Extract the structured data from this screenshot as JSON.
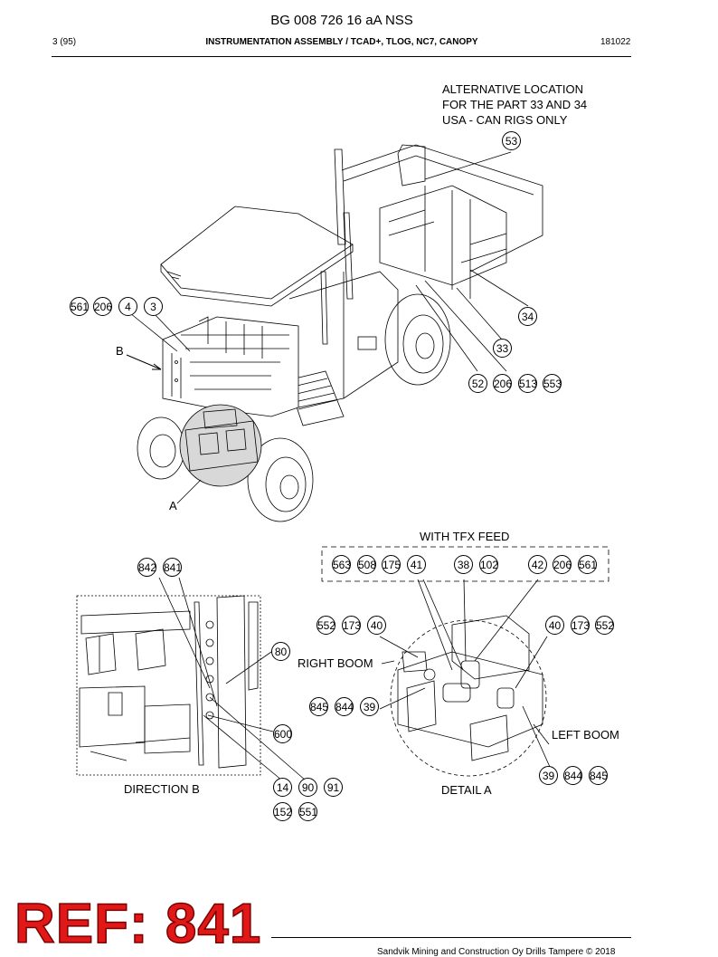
{
  "header": {
    "doc_id": "BG 008 726 16 aA NSS",
    "page": "3 (95)",
    "title": "INSTRUMENTATION ASSEMBLY / TCAD+, TLOG, NC7, CANOPY",
    "date": "181022"
  },
  "main_view": {
    "note": "ALTERNATIVE LOCATION\nFOR THE PART 33 AND 34\nUSA - CAN RIGS ONLY",
    "view_b_label": "B",
    "view_a_label": "A",
    "bubbles": {
      "top_left": [
        "561",
        "206",
        "4",
        "3"
      ],
      "alt_location": [
        "53"
      ],
      "part_34": [
        "34"
      ],
      "part_33": [
        "33"
      ],
      "bottom_right": [
        "52",
        "206",
        "513",
        "553"
      ]
    }
  },
  "direction_b": {
    "caption": "DIRECTION B",
    "bubbles": {
      "top": [
        "842",
        "841"
      ],
      "right_80": [
        "80"
      ],
      "right_600": [
        "600"
      ],
      "bottom_row1": [
        "14",
        "90",
        "91"
      ],
      "bottom_row2": [
        "152",
        "551"
      ]
    }
  },
  "detail_a": {
    "caption": "DETAIL  A",
    "tfx_title": "WITH TFX FEED",
    "right_boom": "RIGHT BOOM",
    "left_boom": "LEFT BOOM",
    "bubbles": {
      "tfx_1": [
        "563",
        "508",
        "175",
        "41"
      ],
      "tfx_2": [
        "38",
        "102"
      ],
      "tfx_3": [
        "42",
        "206",
        "561"
      ],
      "left_group": [
        "552",
        "173",
        "40"
      ],
      "right_group": [
        "40",
        "173",
        "552"
      ],
      "lower_left": [
        "845",
        "844",
        "39"
      ],
      "lower_right": [
        "39",
        "844",
        "845"
      ]
    }
  },
  "stamp": "REF: 841",
  "footer": "Sandvik Mining and Construction Oy Drills Tampere © 2018"
}
